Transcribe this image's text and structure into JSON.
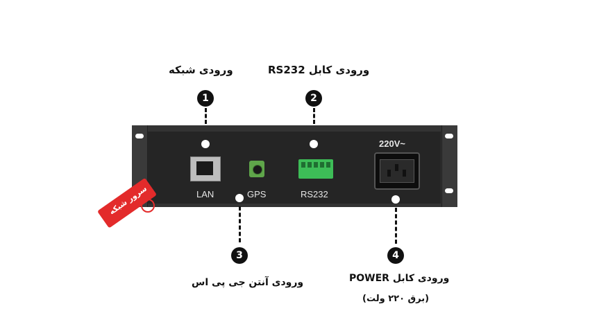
{
  "labels": {
    "network_input": "ورودی شبکه",
    "rs232_input": "ورودی کابل RS232",
    "gps_input": "ورودی آنتن جی پی اس",
    "power_input": "ورودی کابل POWER",
    "power_note": "(برق ۲۲۰ ولت)"
  },
  "markers": [
    "1",
    "2",
    "3",
    "4"
  ],
  "device": {
    "lan": "LAN",
    "gps": "GPS",
    "rs232": "RS232",
    "voltage": "220V~"
  },
  "tag": {
    "text": "سرور شبکه",
    "color": "#e32b2b"
  },
  "colors": {
    "panel": "#2a2a2a",
    "terminal": "#3dbd57",
    "gps_jack": "#5fa64a"
  }
}
